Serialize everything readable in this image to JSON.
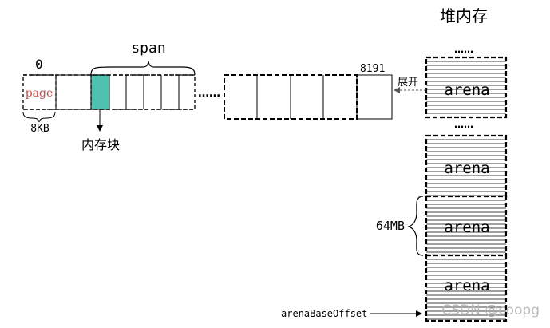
{
  "heap": {
    "title": "堆内存",
    "top_ellipsis": "……",
    "mid_ellipsis": "……",
    "arena_labels": [
      "arena",
      "arena",
      "arena",
      "arena"
    ],
    "size_label": "64MB",
    "expand_label": "展开",
    "base_offset_label": "arenaBaseOffset"
  },
  "pages": {
    "first_index": "0",
    "last_index": "8191",
    "page_label": "page",
    "page_size": "8KB",
    "span_label": "span",
    "gap_ellipsis": "……",
    "block_label": "内存块"
  },
  "watermark": {
    "text": "CSDN @coopg"
  },
  "colors": {
    "highlight": "#4fc1b0",
    "page_text": "#c0504d",
    "line": "#000000",
    "watermark": "#b4b4b4"
  }
}
